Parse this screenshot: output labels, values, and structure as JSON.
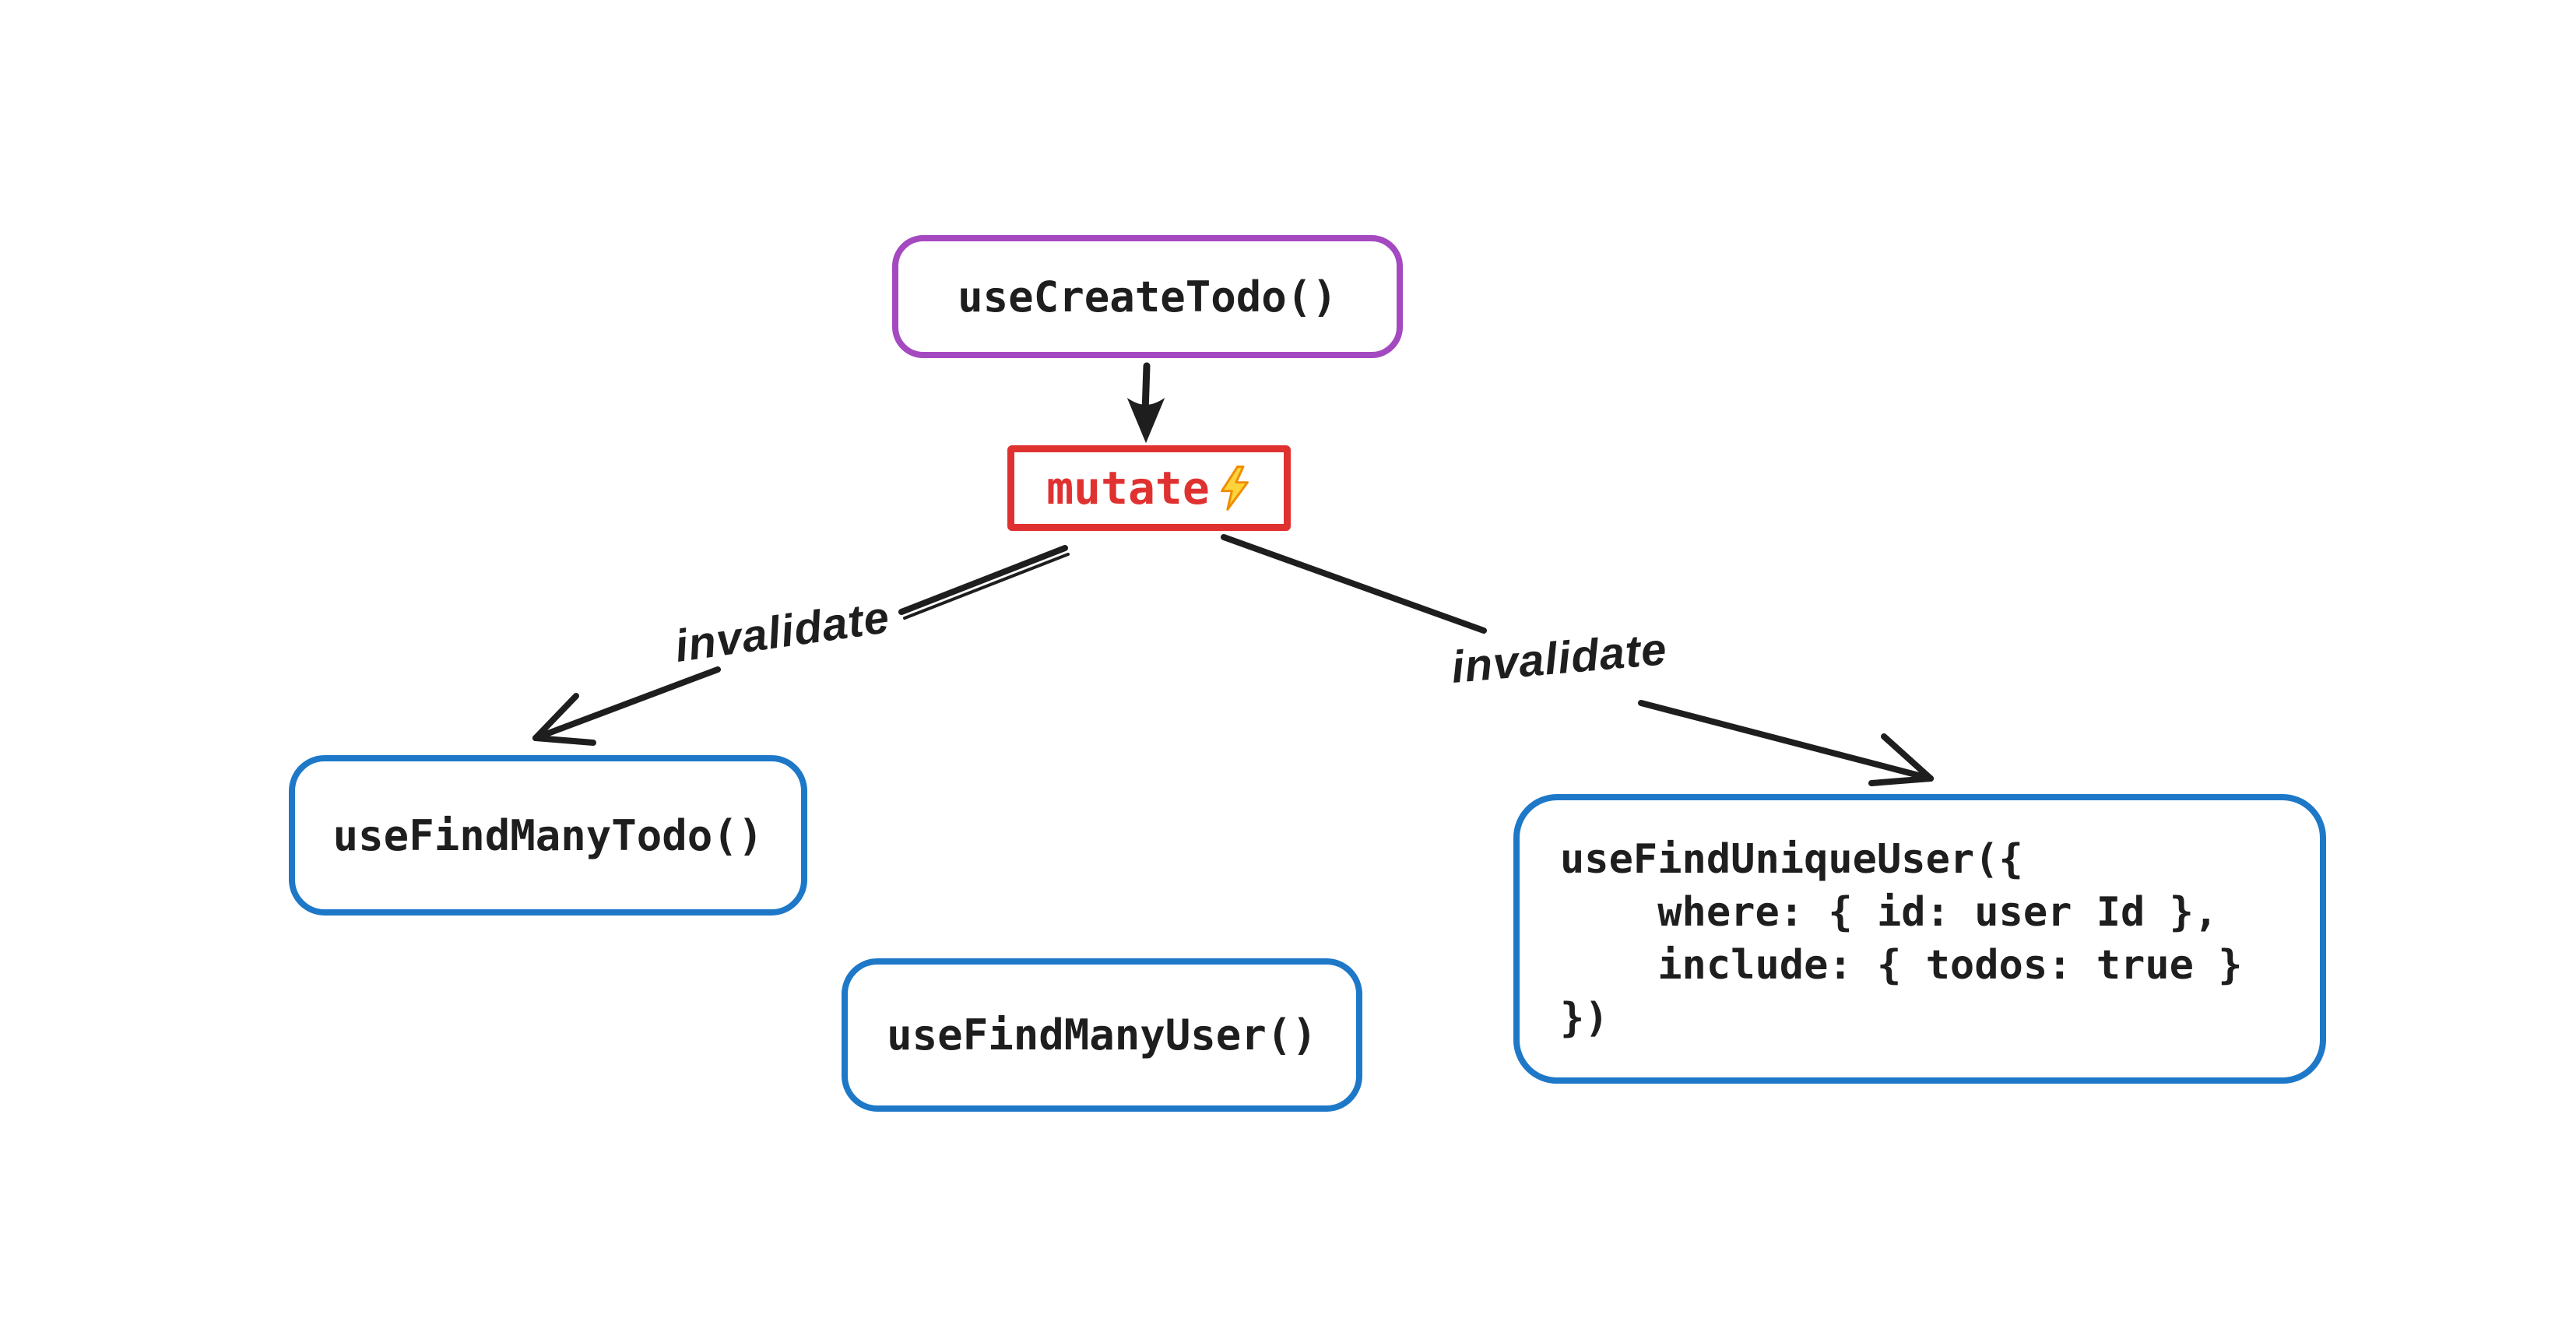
{
  "diagram": {
    "background": "#ffffff",
    "colors": {
      "ink": "#1e1e1e",
      "purple": "#a449c0",
      "red": "#e03131",
      "blue": "#1e78c8",
      "bolt_fill": "#ffd43b",
      "bolt_stroke": "#f08c00"
    },
    "nodes": {
      "create_todo": {
        "label": "useCreateTodo()",
        "shape": "rounded-rect",
        "stroke": "#a449c0"
      },
      "mutate": {
        "label": "mutate",
        "icon": "lightning-bolt-icon",
        "shape": "rect",
        "stroke": "#e03131"
      },
      "find_many_todo": {
        "label": "useFindManyTodo()",
        "shape": "rounded-rect",
        "stroke": "#1e78c8"
      },
      "find_many_user": {
        "label": "useFindManyUser()",
        "shape": "rounded-rect",
        "stroke": "#1e78c8"
      },
      "find_unique_user": {
        "shape": "rounded-rect",
        "stroke": "#1e78c8",
        "lines": [
          "useFindUniqueUser({",
          "    where: { id: user Id },",
          "    include: { todos: true }",
          "})"
        ]
      }
    },
    "edges": {
      "create_to_mutate": {
        "label": ""
      },
      "mutate_to_find_many_todo": {
        "label": "invalidate"
      },
      "mutate_to_find_unique_user": {
        "label": "invalidate"
      }
    }
  }
}
